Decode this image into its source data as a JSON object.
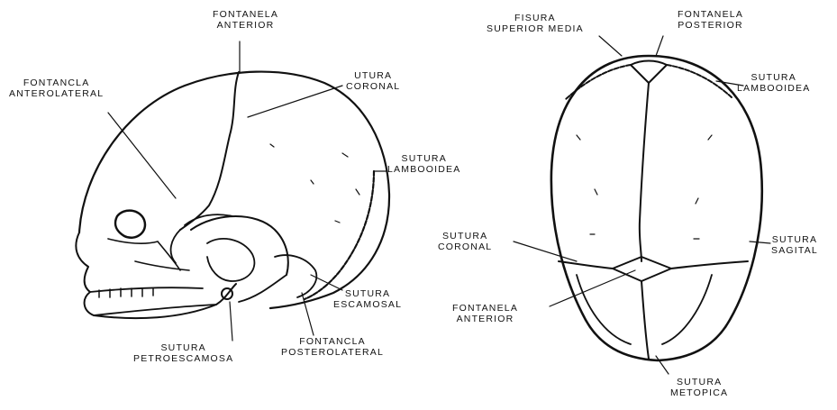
{
  "colors": {
    "ink": "#111111",
    "paper": "#ffffff"
  },
  "lateral_view": {
    "labels": {
      "fontanela_anterior": [
        "FONTANELA",
        "ANTERIOR"
      ],
      "fontanela_anterolateral": [
        "FONTANCLA",
        "ANTEROLATERAL"
      ],
      "sutura_coronal": [
        "UTURA",
        "CORONAL"
      ],
      "sutura_lambdoidea": [
        "SUTURA",
        "LAMBOOIDEA"
      ],
      "sutura_escamosa": [
        "SUTURA",
        "ESCAMOSAL"
      ],
      "sutura_petroescamosa": [
        "SUTURA",
        "PETROESCAMOSA"
      ],
      "fontanela_posterolateral": [
        "FONTANCLA",
        "POSTEROLATERAL"
      ]
    }
  },
  "superior_view": {
    "labels": {
      "fisura_superior_media": [
        "FISURA",
        "SUPERIOR MEDIA"
      ],
      "fontanela_posterior": [
        "FONTANELA",
        "POSTERIOR"
      ],
      "sutura_lambdoidea": [
        "SUTURA",
        "LAMBOOIDEA"
      ],
      "sutura_coronal": [
        "SUTURA",
        "CORONAL"
      ],
      "sutura_sagital": [
        "SUTURA",
        "SAGITAL"
      ],
      "fontanela_anterior": [
        "FONTANELA",
        "ANTERIOR"
      ],
      "sutura_metopica": [
        "SUTURA",
        "METOPICA"
      ]
    }
  }
}
